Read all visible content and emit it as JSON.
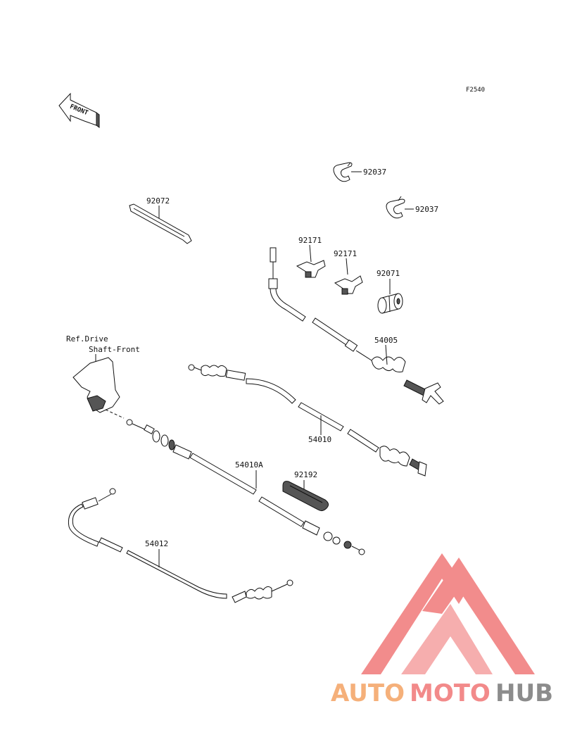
{
  "figure_code": "F2540",
  "front_arrow_label": "FRONT",
  "reference": {
    "line1": "Ref.Drive",
    "line2": "Shaft-Front"
  },
  "parts": [
    {
      "id": "clip-92037-a",
      "number": "92037"
    },
    {
      "id": "clip-92037-b",
      "number": "92037"
    },
    {
      "id": "band-92072",
      "number": "92072"
    },
    {
      "id": "holder-92171-a",
      "number": "92171"
    },
    {
      "id": "holder-92171-b",
      "number": "92171"
    },
    {
      "id": "grommet-92071",
      "number": "92071"
    },
    {
      "id": "cable-54005",
      "number": "54005"
    },
    {
      "id": "cable-54010",
      "number": "54010"
    },
    {
      "id": "cable-54010A",
      "number": "54010A"
    },
    {
      "id": "tube-92192",
      "number": "92192"
    },
    {
      "id": "cable-54012",
      "number": "54012"
    }
  ],
  "watermark": {
    "part1": "AUTO",
    "part2": "MOTO",
    "part3": "HUB",
    "colors": {
      "light": "#f5b07a",
      "pink": "#f28a8a",
      "gray": "#8c8c8c",
      "logo": "#f07878"
    }
  }
}
